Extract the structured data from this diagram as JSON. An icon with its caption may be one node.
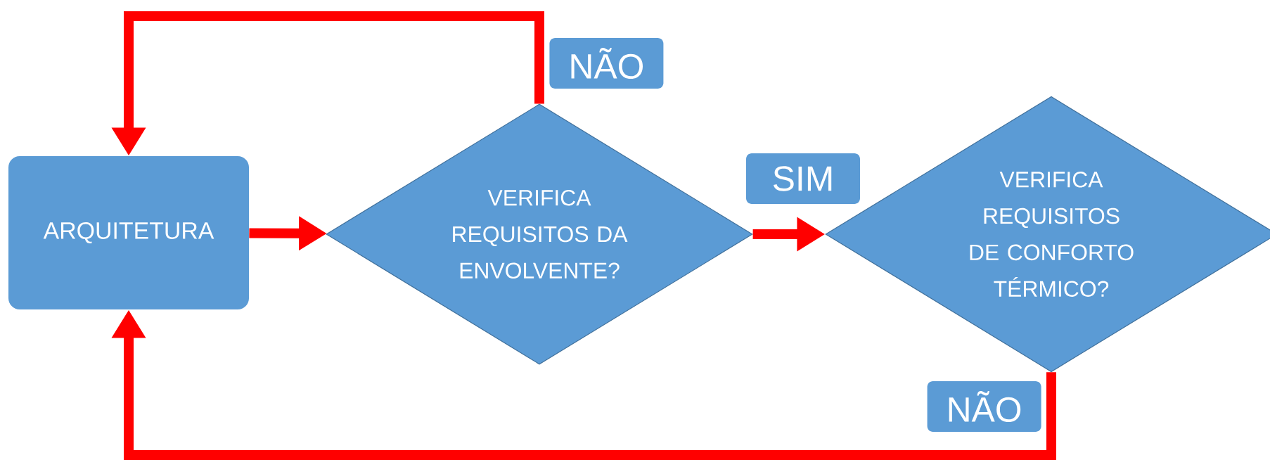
{
  "diagram": {
    "nodes": [
      {
        "text": [
          "ARQUITETURA"
        ]
      },
      {
        "text": [
          "VERIFICA REQUISITOS DA ENVOLVENTE?"
        ]
      },
      {
        "text": [
          "VERIFICA REQUISITOS DE CONFORTO TÉRMICO?"
        ]
      }
    ],
    "edges": [
      {
        "from": 1,
        "to": 0,
        "arrow": "to",
        "label": "NÃO"
      },
      {
        "from": 0,
        "to": 1,
        "arrow": "to"
      },
      {
        "from": 1,
        "to": 2,
        "arrow": "to",
        "label": "SIM"
      },
      {
        "from": 2,
        "to": 0,
        "arrow": "to",
        "label": "NÃO"
      }
    ]
  }
}
